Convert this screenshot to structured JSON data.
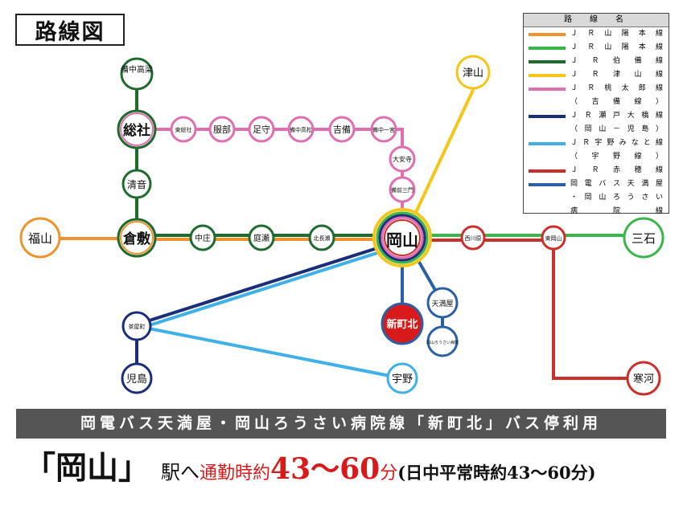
{
  "title": "路線図",
  "legend": {
    "heading": "路　線　名",
    "rows": [
      {
        "text": "ＪＲ山陽本線",
        "color": "#f0922e"
      },
      {
        "text": "ＪＲ山陽本線",
        "color": "#3ab54a"
      },
      {
        "text": "ＪＲ伯備線",
        "color": "#1f6b2e"
      },
      {
        "text": "ＪＲ津山線",
        "color": "#f5c518"
      },
      {
        "text": "ＪＲ桃太郎線",
        "color": "#e06fb0"
      },
      {
        "text": "（吉備線）",
        "color": ""
      },
      {
        "text": "ＪＲ瀬戸大橋線",
        "color": "#1a2e7a"
      },
      {
        "text": "（岡山－児島）",
        "color": ""
      },
      {
        "text": "ＪＲ宇野みなと線",
        "color": "#3fb0e8"
      },
      {
        "text": "（宇野線）",
        "color": ""
      },
      {
        "text": "ＪＲ赤穂線",
        "color": "#c9302c"
      },
      {
        "text": "岡電バス天満屋",
        "color": "#2b5fa6"
      },
      {
        "text": "・岡山ろうさい",
        "color": ""
      },
      {
        "text": "病院線",
        "color": ""
      }
    ]
  },
  "stations": {
    "okayama": "岡山",
    "kurashiki": "倉敷",
    "soja": "総社",
    "fukuyama": "福山",
    "mitsuishi": "三石",
    "bitchu_takahashi": "備中高梁",
    "kiyone": "清音",
    "nakasho": "中庄",
    "niwase": "庭瀬",
    "kitanagase": "北長瀬",
    "higashi_soja": "東総社",
    "hattori": "服部",
    "ashimori": "足守",
    "bitchu_takamatsu": "備中高松",
    "kibi": "吉備",
    "bitchu_ichinomiya": "備中一宮",
    "daianji": "大安寺",
    "bizen_mikado": "備前三門",
    "tsuyama": "津山",
    "saidaiji_nishigawara": "西川原",
    "higashi_okayama": "東岡山",
    "sakou": "寒河",
    "chayamachi": "茶屋町",
    "kojima": "児島",
    "uno": "宇野",
    "shinmachi_kita": "新町北",
    "tenmaya": "天満屋",
    "rousai": "岡山ろうさい病院"
  },
  "banner": "岡電バス天満屋・岡山ろうさい病院線「新町北」バス停利用",
  "commute": {
    "destination": "「岡山」",
    "eki": "駅へ",
    "commute_label": "通勤時約",
    "commute_time": "43～60",
    "minutes": "分",
    "daytime": "(日中平常時約43～60分)"
  },
  "colors": {
    "sanyo_orange": "#f0922e",
    "sanyo_green": "#3ab54a",
    "hakubi": "#1f6b2e",
    "tsuyama": "#f5c518",
    "momotaro": "#e06fb0",
    "seto_ohashi": "#1a2e7a",
    "uno_minato": "#3fb0e8",
    "ako": "#c9302c",
    "bus": "#2b5fa6",
    "highlight": "#d81a1a"
  }
}
